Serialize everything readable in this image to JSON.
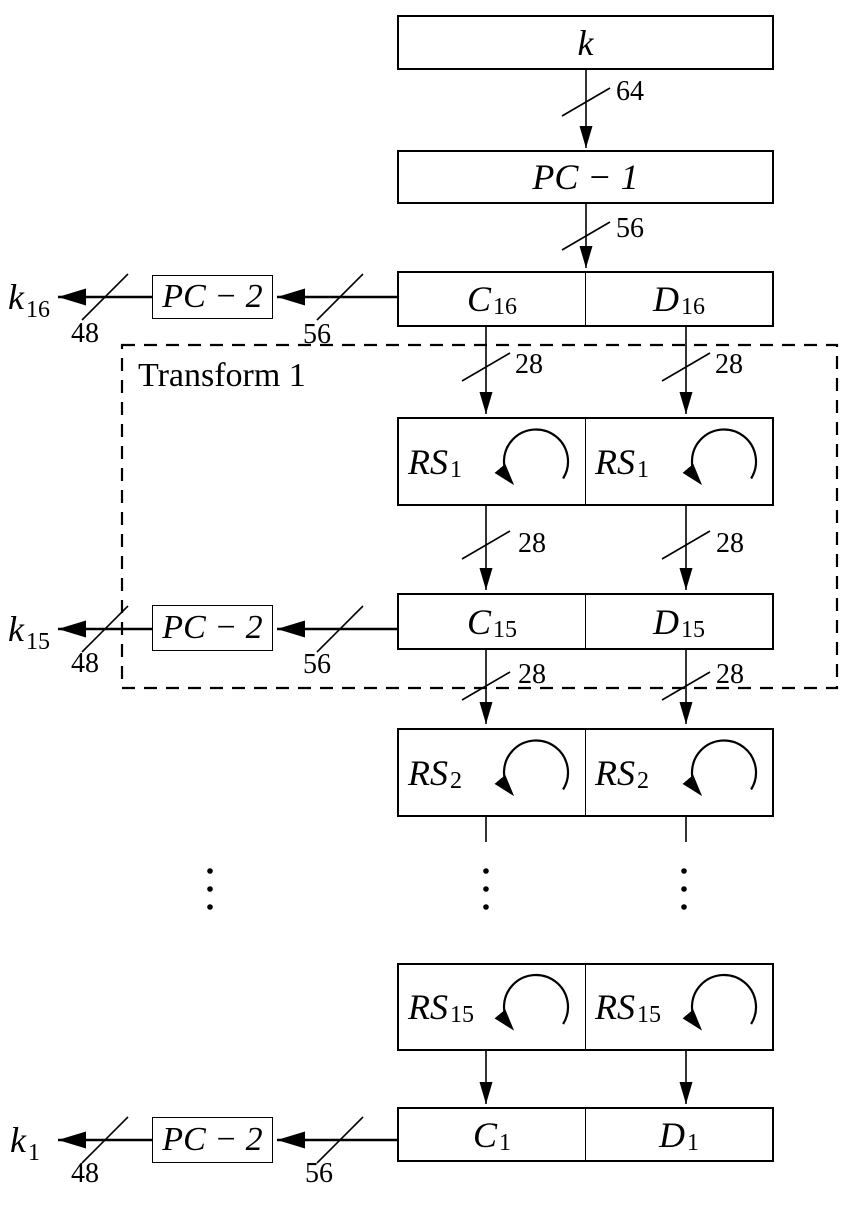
{
  "key_block": {
    "label": "k"
  },
  "pc1_block": {
    "label": "PC − 1"
  },
  "pc2_label": "PC − 2",
  "transform_box": {
    "label": "Transform 1"
  },
  "bit_widths": {
    "key": "64",
    "pair": "56",
    "subkey": "48",
    "half": "28"
  },
  "cd_rows": [
    {
      "c_base": "C",
      "c_sub": "16",
      "d_base": "D",
      "d_sub": "16"
    },
    {
      "c_base": "C",
      "c_sub": "15",
      "d_base": "D",
      "d_sub": "15"
    },
    {
      "c_base": "C",
      "c_sub": "1",
      "d_base": "D",
      "d_sub": "1"
    }
  ],
  "rs_rows": [
    {
      "base": "RS",
      "sub": "1"
    },
    {
      "base": "RS",
      "sub": "2"
    },
    {
      "base": "RS",
      "sub": "15"
    }
  ],
  "subkeys": [
    {
      "base": "k",
      "sub": "16"
    },
    {
      "base": "k",
      "sub": "15"
    },
    {
      "base": "k",
      "sub": "1"
    }
  ]
}
